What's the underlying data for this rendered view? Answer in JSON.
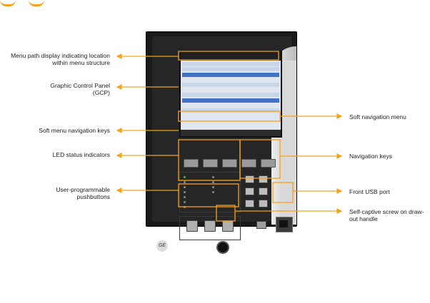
{
  "labels": {
    "menu_path": "Menu path display indicating location within menu structure",
    "gcp": "Graphic Control Panel (GCP)",
    "soft_menu_keys": "Soft menu navigation keys",
    "led_status": "LED status indicators",
    "pushbuttons": "User-programmable pushbuttons",
    "soft_nav_menu": "Soft navigation menu",
    "nav_keys": "Navigation keys",
    "usb": "Front USB port",
    "screw": "Self-captive screw on draw-out handle"
  },
  "colors": {
    "callout": "#f4a21a",
    "device_body": "#1a1a1a",
    "screen_header": "#4472c4"
  }
}
